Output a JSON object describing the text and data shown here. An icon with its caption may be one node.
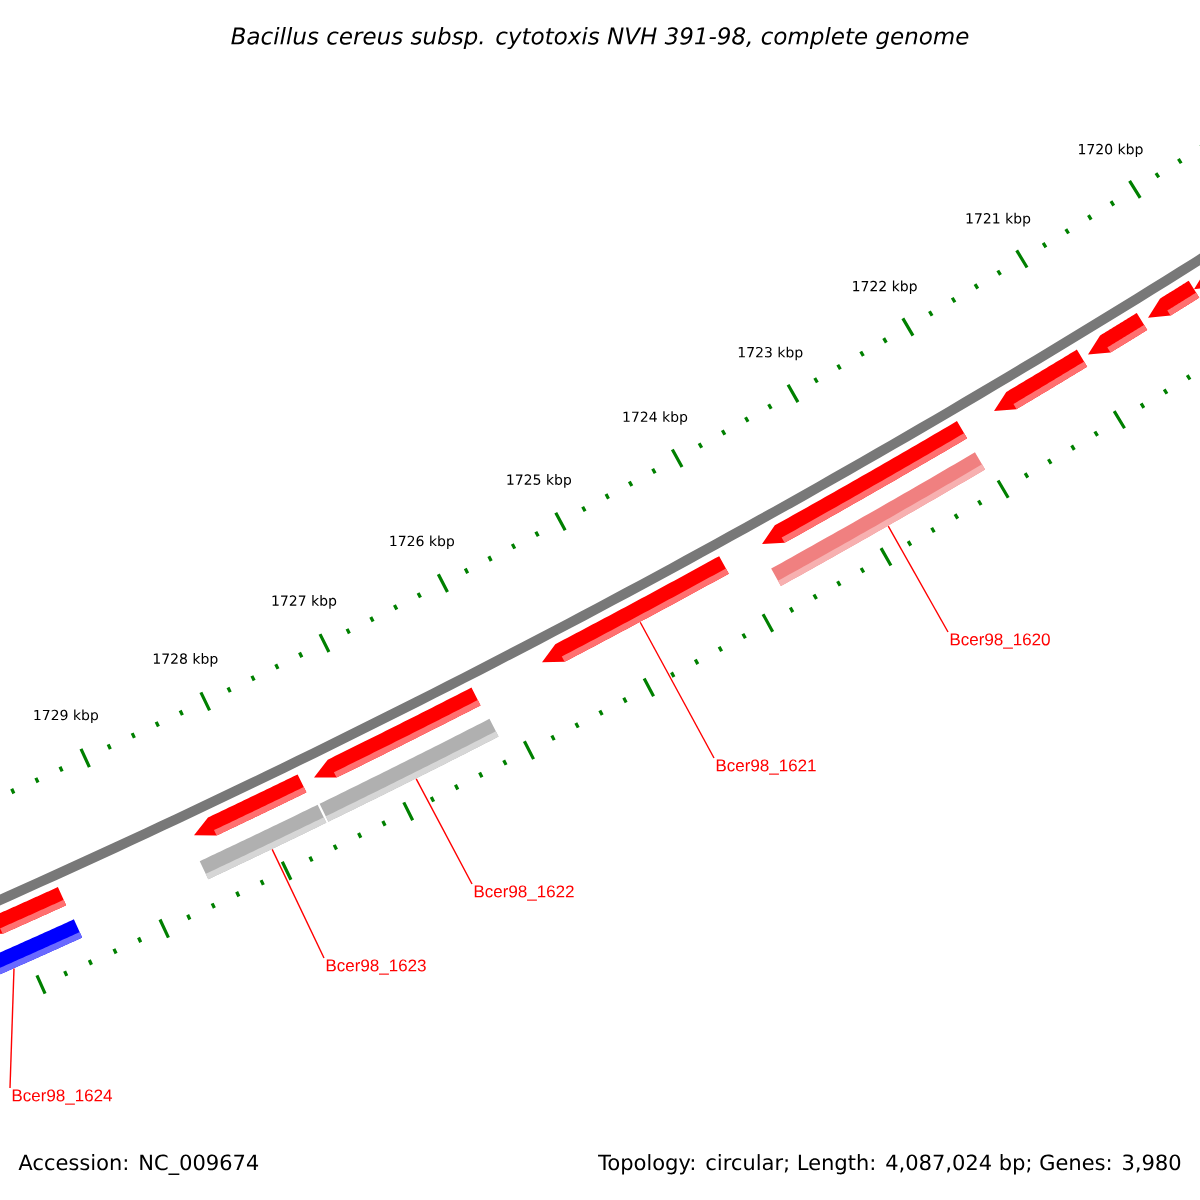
{
  "diagram": {
    "title": "Bacillus cereus subsp. cytotoxis NVH 391-98, complete genome",
    "nodes": [
      {
        "text": [
          "Bcer98_1620"
        ]
      },
      {
        "text": [
          "Bcer98_1621"
        ]
      },
      {
        "text": [
          "Bcer98_1622"
        ]
      },
      {
        "text": [
          "Bcer98_1623"
        ]
      },
      {
        "text": [
          "Bcer98_1624"
        ]
      },
      {
        "text": [],
        "shape": "bar"
      },
      {
        "text": [],
        "shape": "bar"
      },
      {
        "text": [],
        "shape": "bar"
      },
      {
        "text": [],
        "shape": "bar"
      },
      {
        "text": [],
        "shape": "bar"
      }
    ],
    "edges": [
      {
        "from": 0,
        "to": 5,
        "arrow": "none"
      },
      {
        "from": 1,
        "to": 6,
        "arrow": "none"
      },
      {
        "from": 2,
        "to": 7,
        "arrow": "none"
      },
      {
        "from": 3,
        "to": 8,
        "arrow": "none"
      },
      {
        "from": 4,
        "to": 9,
        "arrow": "none"
      }
    ],
    "labels": [
      "1720 kbp",
      "1721 kbp",
      "1722 kbp",
      "1723 kbp",
      "1724 kbp",
      "1725 kbp",
      "1726 kbp",
      "1727 kbp",
      "1728 kbp",
      "1729 kbp",
      "Accession: NC_009674",
      "Topology: circular; Length: 4,087,024 bp; Genes: 3,980"
    ]
  }
}
